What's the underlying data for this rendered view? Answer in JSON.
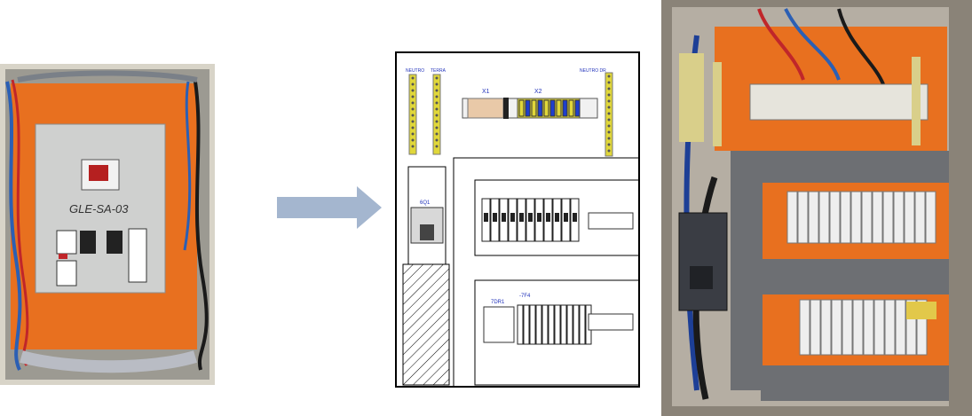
{
  "old_panel": {
    "handwritten_label": "GLE-SA-03"
  },
  "diagram": {
    "labels": {
      "neutro": "NEUTRO",
      "terra": "TERRA",
      "neutro_dr": "NEUTRO DR",
      "x1": "X1",
      "x2": "X2",
      "6q1": "6Q1",
      "7dr1": "7DR1",
      "7f4": "-7F4"
    }
  },
  "colors": {
    "enclosure_orange": "#e8701f",
    "arrow": "#a4b6cf",
    "busbar_yellow": "#e0d73a",
    "terminal_blue": "#1f3fcc",
    "label_blue": "#2233bb",
    "cable_red": "#c0262a",
    "cable_blue": "#2b5fb4",
    "duct_grey": "#6d6f73"
  }
}
